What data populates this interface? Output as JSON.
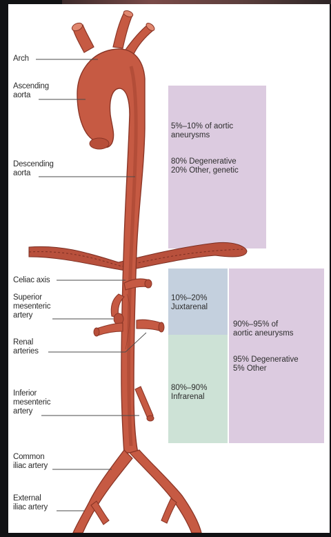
{
  "labels": {
    "arch": "Arch",
    "ascending": "Ascending\naorta",
    "descending": "Descending\naorta",
    "celiac": "Celiac axis",
    "superior_mesenteric": "Superior\nmesenteric\nartery",
    "renal": "Renal\narteries",
    "inferior_mesenteric": "Inferior\nmesenteric\nartery",
    "common_iliac": "Common\niliac artery",
    "external_iliac": "External\niliac artery"
  },
  "boxes": {
    "thoracic": {
      "line1": "5%–10% of aortic\naneurysms",
      "line2": "80% Degenerative\n20% Other, genetic"
    },
    "juxtarenal": {
      "text": "10%–20%\nJuxtarenal"
    },
    "infrarenal": {
      "text": "80%–90%\nInfrarenal"
    },
    "abdominal": {
      "line1": "90%–95% of\naortic aneurysms",
      "line2": "95% Degenerative\n5% Other"
    }
  },
  "colors": {
    "aorta": "#c65a43",
    "aorta_shadow": "#9c3f2d",
    "thoracic_box": "#dccbe0",
    "juxtarenal_box": "#c4d0de",
    "infrarenal_box": "#cde2d6",
    "abdominal_box": "#dccbe0",
    "leader_line": "#4a4a4a"
  }
}
